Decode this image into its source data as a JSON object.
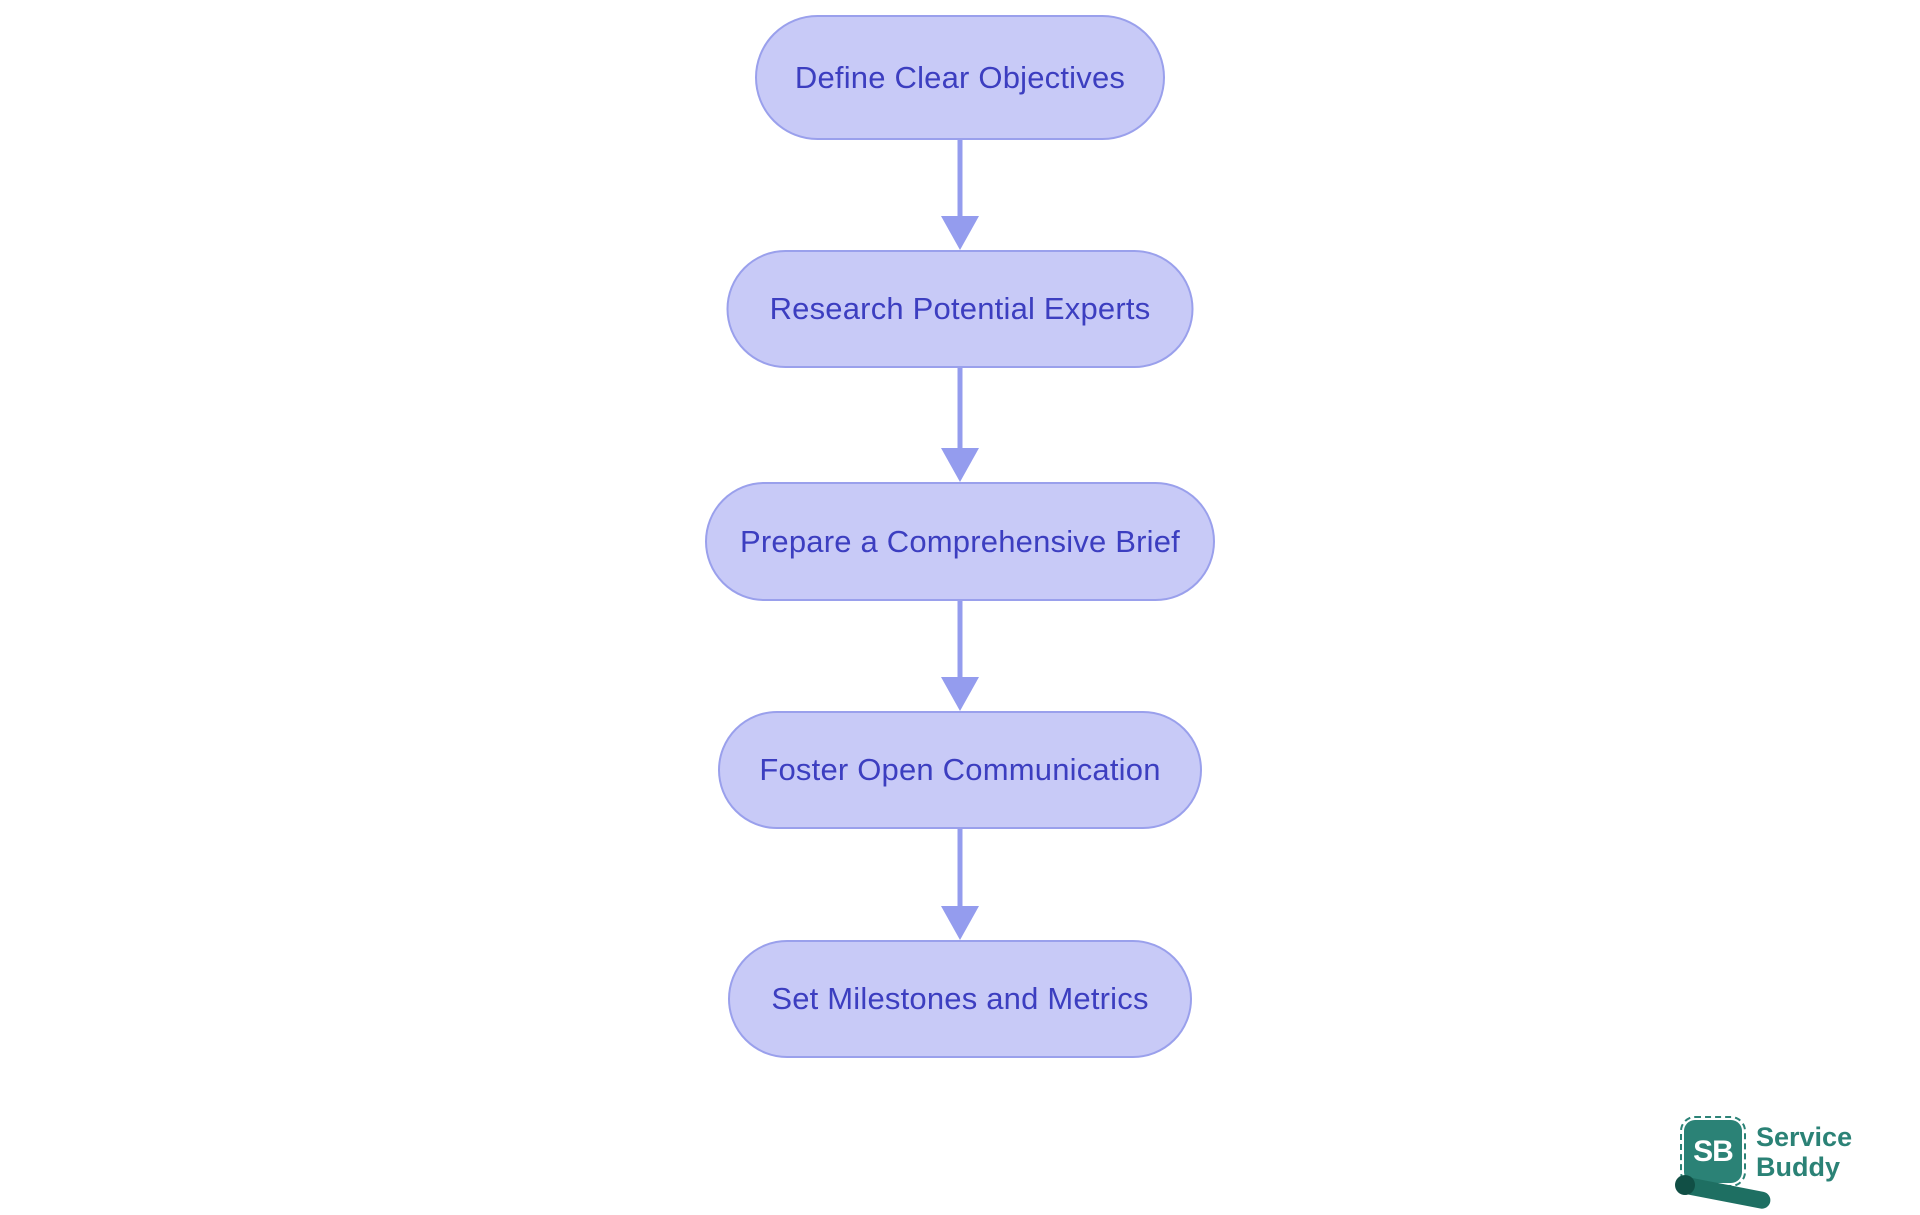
{
  "diagram": {
    "type": "flowchart",
    "direction": "top-down",
    "nodes": [
      {
        "id": 1,
        "label": "Define Clear Objectives"
      },
      {
        "id": 2,
        "label": "Research Potential Experts"
      },
      {
        "id": 3,
        "label": "Prepare a Comprehensive Brief"
      },
      {
        "id": 4,
        "label": "Foster Open Communication"
      },
      {
        "id": 5,
        "label": "Set Milestones and Metrics"
      }
    ],
    "connections": [
      {
        "from": 1,
        "to": 2
      },
      {
        "from": 2,
        "to": 3
      },
      {
        "from": 3,
        "to": 4
      },
      {
        "from": 4,
        "to": 5
      }
    ]
  },
  "logo": {
    "badge_text": "SB",
    "name_line1": "Service",
    "name_line2": "Buddy"
  },
  "colors": {
    "background": "#ffffff",
    "node_fill": "#c8caf7",
    "node_border": "#9aa0ec",
    "node_text": "#3c3ec0",
    "arrow": "#949cee",
    "logo_teal": "#2b8276",
    "logo_roll": "#1e6f62",
    "logo_roll_cap": "#114f45"
  }
}
